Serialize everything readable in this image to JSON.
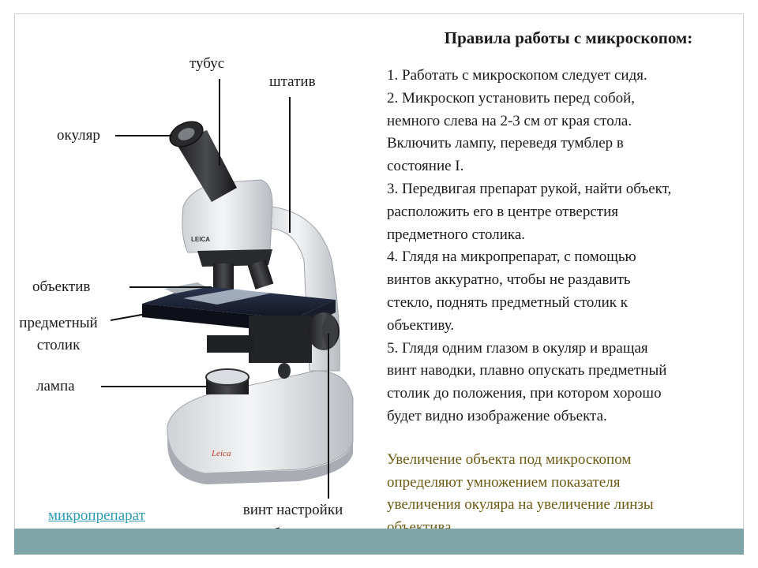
{
  "slide": {
    "title": "Правила работы с микроскопом:",
    "rules_lines": [
      "1. Работать с микроскопом следует сидя.",
      "2. Микроскоп установить перед собой,",
      "немного слева на 2-3 см от края стола.",
      "Включить лампу, переведя тумблер в",
      "состояние I.",
      "3. Передвигая препарат рукой, найти объект,",
      "расположить его в центре отверстия",
      "предметного столика.",
      "4. Глядя на микропрепарат, с помощью",
      "винтов аккуратно, чтобы не раздавить",
      "стекло, поднять предметный столик к",
      "объективу.",
      "5. Глядя одним глазом в окуляр и вращая",
      "винт наводки, плавно опускать предметный",
      "столик до положения, при котором хорошо",
      "будет видно изображение объекта."
    ],
    "note_lines": [
      "Увеличение объекта под микроскопом",
      "определяют умножением показателя",
      "увеличения окуляра на увеличение линзы",
      "объектива."
    ],
    "note_color": "#6b5a14",
    "bar_color": "#7fa5a8",
    "link_color": "#2e9ab3"
  },
  "labels": {
    "tubus": "тубус",
    "shtativ": "штатив",
    "okular": "окуляр",
    "obektiv": "объектив",
    "stolik_line1": "предметный",
    "stolik_line2": "столик",
    "lampa": "лампа",
    "vint_line1": "винт настройки",
    "vint_line2": "изображения",
    "micro_link": "микропрепарат"
  },
  "illustration": {
    "brand_label": "LEICA",
    "base_logo": "Leica",
    "icon": "microscope-icon"
  }
}
